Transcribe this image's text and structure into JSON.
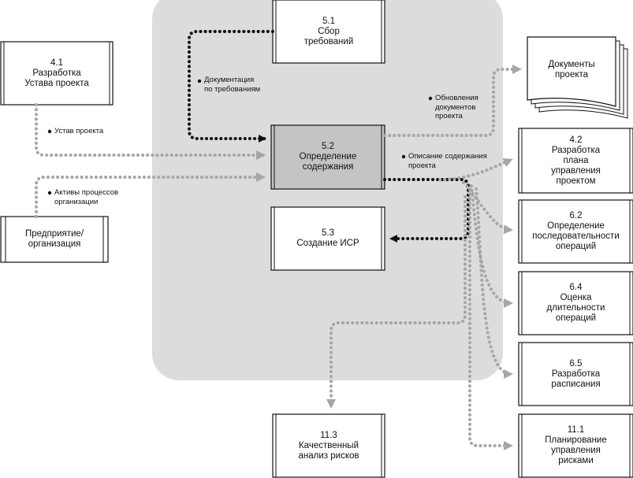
{
  "nodes": {
    "n51": {
      "num": "5.1",
      "name": "Сбор\nтребований"
    },
    "n41": {
      "num": "4.1",
      "name": "Разработка\nУстава проекта"
    },
    "n52": {
      "num": "5.2",
      "name": "Определение\nсодержания"
    },
    "n53": {
      "num": "5.3",
      "name": "Создание ИСР"
    },
    "ent": {
      "name": "Предприятие/\nорганизация"
    },
    "docs": {
      "name": "Документы\nпроекта"
    },
    "n42": {
      "num": "4.2",
      "name": "Разработка\nплана\nуправления\nпроектом"
    },
    "n62": {
      "num": "6.2",
      "name": "Определение\nпоследовательности\nопераций"
    },
    "n64": {
      "num": "6.4",
      "name": "Оценка\nдлительности\nопераций"
    },
    "n65": {
      "num": "6.5",
      "name": "Разработка\nрасписания"
    },
    "n113": {
      "num": "11.3",
      "name": "Качественный\nанализ рисков"
    },
    "n111": {
      "num": "11.1",
      "name": "Планирование\nуправления\nрисками"
    }
  },
  "flows": {
    "req_docs": "Документация\nпо требованиям",
    "charter": "Устав проекта",
    "assets": "Активы процессов\nорганизации",
    "updates": "Обновления\nдокументов\nпроекта",
    "scope": "Описание содержания\nпроекта"
  },
  "colors": {
    "panel": "#dcdcdc",
    "highlight": "#c4c4c4",
    "black_arrow": "#111111",
    "gray_arrow": "#a6a6a6"
  }
}
